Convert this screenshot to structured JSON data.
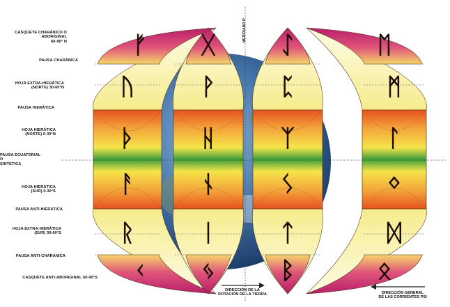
{
  "left_labels": {
    "casquete_charanico": "CASQUETE CHARÁNICO O ABORIGINAL\n60-90° N",
    "pausa_charanica": "PAUSA CHARÁNICA",
    "hoja_extra_hieratica_norte": "HOJA EXTRA-HIERÁTICA\n(NORTE) 30-60°N",
    "pausa_hieratica": "PAUSA HIERÁTICA",
    "hoja_hieratica_norte": "HOJA HIERÁTICA\n(NORTE) 0-30°N",
    "pausa_ecuatorial": "PAUSA ECUATORIAL\nO\nSINTÉTICA",
    "hoja_hieratica_sur": "HOJA HIERÁTICA\n(SUR) 0-30°S",
    "pausa_anti_hieratica": "PAUSA ANTI-HIERÁTICA",
    "hoja_extra_hieratica_sur": "HOJA EXTRA-HIERÁTICA\n(SUR) 30-60°S",
    "pausa_anti_charanica": "PAUSA ANTI-CHARÁNICA",
    "casquete_anti_aboriginal": "CASQUETE ANTI-ABORIGINAL 60-90°S"
  },
  "top_vertical_label": "MERIDIANO 0°",
  "bottom_labels": {
    "direccion_rotacion": "DIRECCIÓN DE LA\nROTACIÓN DE LA TIERRA",
    "direccion_corrientes": "DIRECCIÓN GENERAL\nDE LAS CORRIENTES PSI"
  },
  "colors": {
    "magenta": "#c2246b",
    "orange": "#e8632a",
    "yellow": "#f4ec4a",
    "green": "#44a33a",
    "pale": "#fbf7c8",
    "globe_blue": "#3d6fa6",
    "rune": "#1a0d08"
  },
  "runes": [
    "ᚠ",
    "ᚢ",
    "ᚦ",
    "ᚨ",
    "ᚱ",
    "ᚲ",
    "ᚷ",
    "ᚹ",
    "ᚺ",
    "ᚾ",
    "ᛁ",
    "ᛃ",
    "ᛇ",
    "ᛈ",
    "ᛉ",
    "ᛊ",
    "ᛏ",
    "ᛒ",
    "ᛖ",
    "ᛗ",
    "ᛚ",
    "ᛜ",
    "ᛞ",
    "ᛟ"
  ]
}
